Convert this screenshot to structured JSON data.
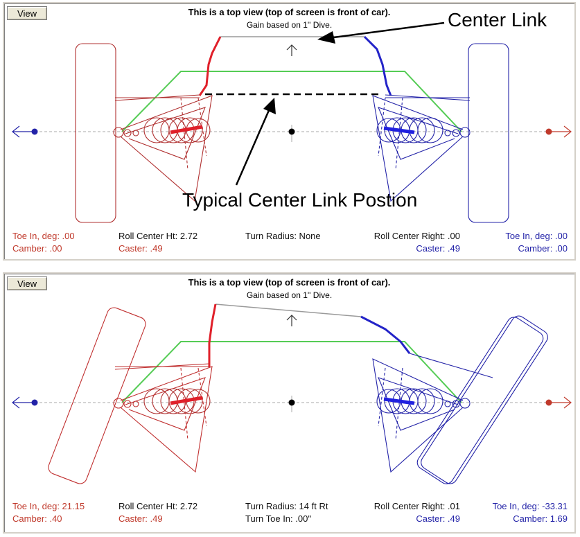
{
  "panels": [
    {
      "view_button": "View",
      "title": "This is a top view (top of screen is front of car).",
      "subtitle": "Gain based on 1'' Dive.",
      "readouts": {
        "left_toe": "Toe In, deg: .00",
        "left_camber": "Camber: .00",
        "roll_center_ht": "Roll Center Ht: 2.72",
        "left_caster": "Caster: .49",
        "turn_radius": "Turn Radius: None",
        "turn_toe": "",
        "roll_center_right": "Roll Center Right: .00",
        "right_caster": "Caster: .49",
        "right_toe": "Toe In, deg: .00",
        "right_camber": "Camber: .00"
      }
    },
    {
      "view_button": "View",
      "title": "This is a top view (top of screen is front of car).",
      "subtitle": "Gain based on 1'' Dive.",
      "readouts": {
        "left_toe": "Toe In, deg: 21.15",
        "left_camber": "Camber: .40",
        "roll_center_ht": "Roll Center Ht: 2.72",
        "left_caster": "Caster: .49",
        "turn_radius": "Turn Radius: 14 ft Rt",
        "turn_toe": "Turn Toe In: .00''",
        "roll_center_right": "Roll Center Right: .01",
        "right_caster": "Caster: .49",
        "right_toe": "Toe In, deg: -33.31",
        "right_camber": "Camber: 1.69"
      }
    }
  ],
  "annotations": {
    "center_link": "Center Link",
    "typical_position": "Typical Center Link Postion"
  },
  "colors": {
    "left_side": "#c0392b",
    "right_side": "#2323a8",
    "frame": "#55cc55",
    "link": "#9a9a9a",
    "centerline": "#aaaaaa"
  },
  "icons": [
    "left-arrow-icon",
    "right-arrow-icon",
    "up-arrow-icon",
    "roll-center-dot-icon",
    "spring-icon"
  ]
}
